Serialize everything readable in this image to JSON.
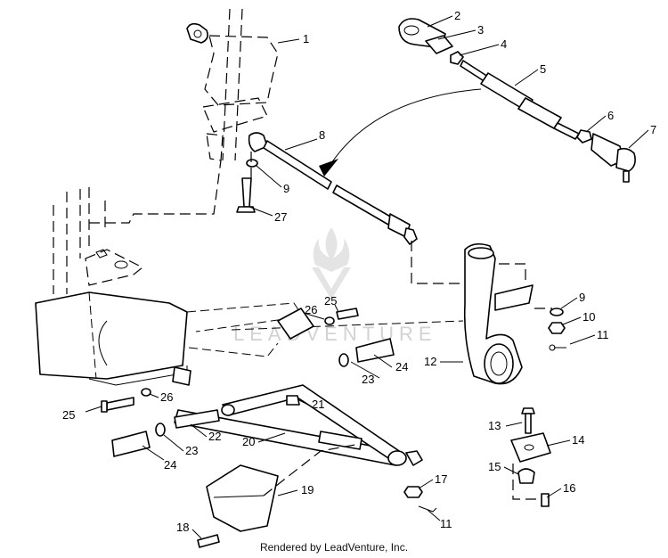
{
  "diagram": {
    "callouts": {
      "c1": "1",
      "c2": "2",
      "c3": "3",
      "c4": "4",
      "c5": "5",
      "c6": "6",
      "c7": "7",
      "c8": "8",
      "c9a": "9",
      "c9b": "9",
      "c10": "10",
      "c11a": "11",
      "c11b": "11",
      "c12": "12",
      "c13": "13",
      "c14": "14",
      "c15": "15",
      "c16": "16",
      "c17": "17",
      "c18": "18",
      "c19": "19",
      "c20": "20",
      "c21": "21",
      "c22": "22",
      "c23a": "23",
      "c23b": "23",
      "c24a": "24",
      "c24b": "24",
      "c25a": "25",
      "c25b": "25",
      "c26a": "26",
      "c26b": "26",
      "c27": "27"
    },
    "watermark": "LEADVENTURE",
    "footer": "Rendered by LeadVenture, Inc."
  }
}
